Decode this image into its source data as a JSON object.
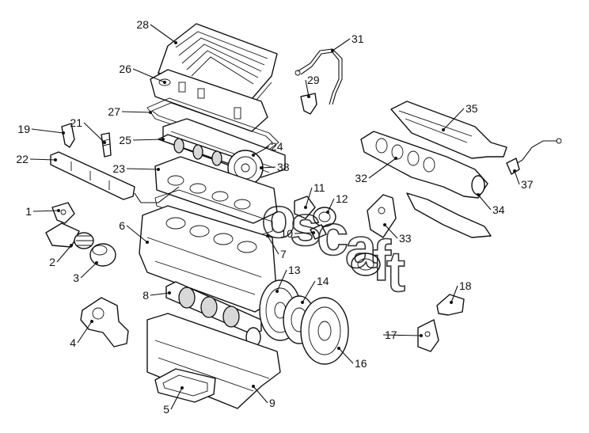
{
  "diagram": {
    "callouts": [
      "1",
      "2",
      "3",
      "4",
      "5",
      "6",
      "7",
      "8",
      "9",
      "10",
      "11",
      "12",
      "13",
      "14",
      "16",
      "17",
      "18",
      "19",
      "21",
      "22",
      "23",
      "24",
      "25",
      "26",
      "27",
      "28",
      "29",
      "31",
      "32",
      "33",
      "34",
      "35",
      "37",
      "38"
    ]
  },
  "watermark": {
    "text": "oscaft"
  },
  "colors": {
    "line": "#111111",
    "background": "#ffffff"
  }
}
